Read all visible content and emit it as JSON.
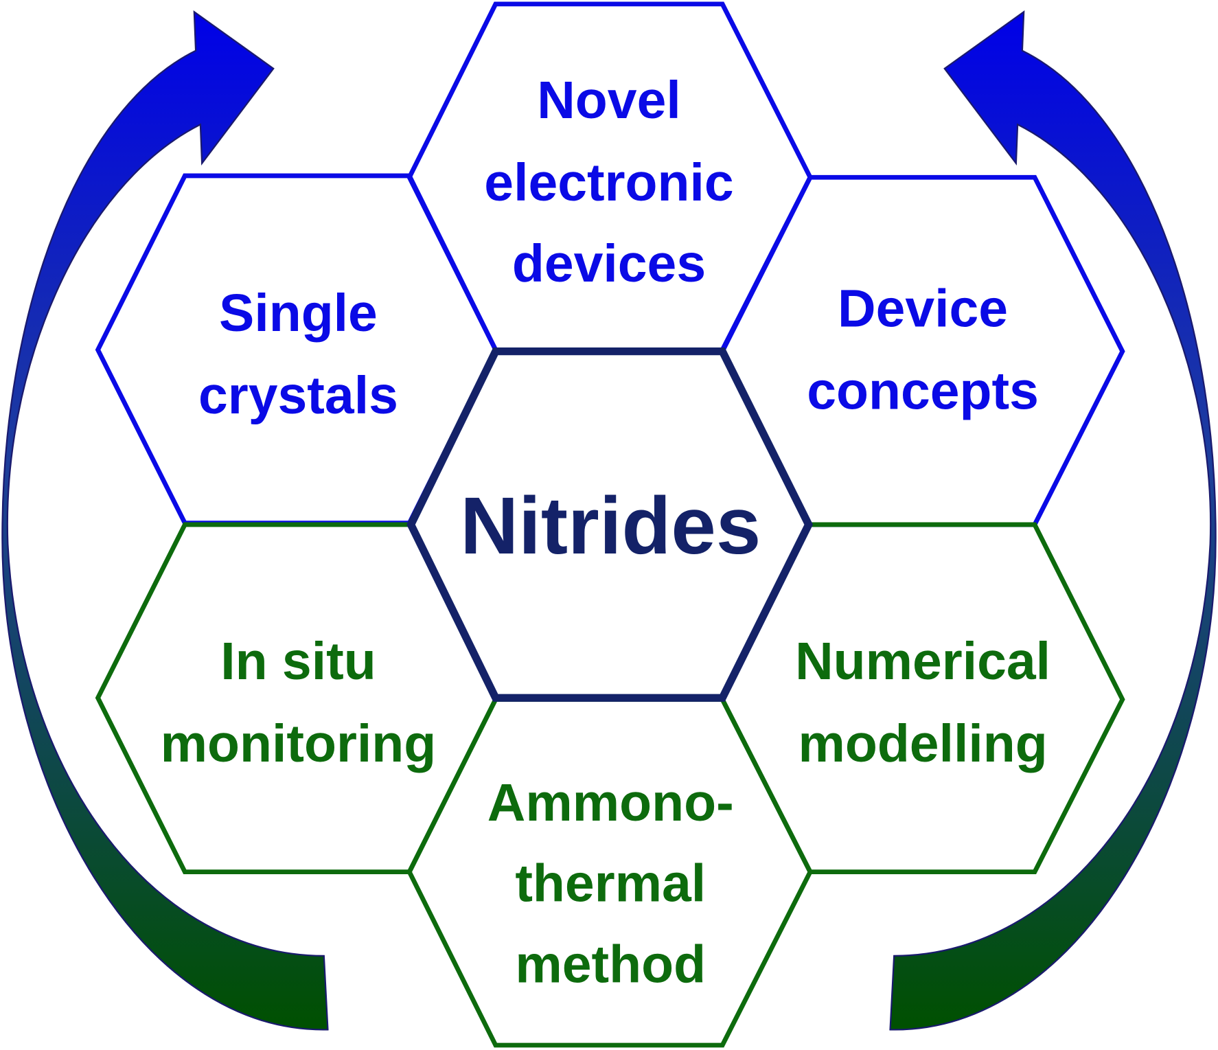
{
  "colors": {
    "blue": "#0a0ae6",
    "green": "#0d6b0d",
    "center": "#142268"
  },
  "center": {
    "label": "Nitrides"
  },
  "hexagons": {
    "top": {
      "lines": [
        "Novel",
        "electronic",
        "devices"
      ]
    },
    "upper_left": {
      "lines": [
        "Single",
        "crystals"
      ]
    },
    "upper_right": {
      "lines": [
        "Device",
        "concepts"
      ]
    },
    "lower_left": {
      "lines": [
        "In situ",
        "monitoring"
      ]
    },
    "lower_right": {
      "lines": [
        "Numerical",
        "modelling"
      ]
    },
    "bottom": {
      "lines": [
        "Ammono-",
        "thermal",
        "method"
      ]
    }
  }
}
